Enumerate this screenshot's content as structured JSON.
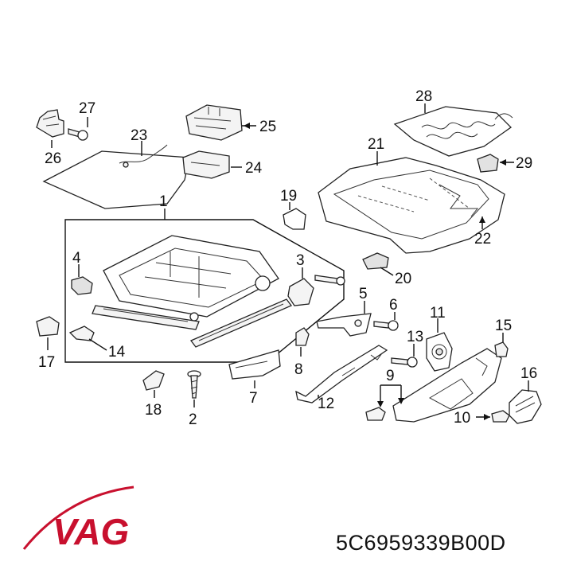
{
  "diagram": {
    "callouts": [
      "1",
      "2",
      "3",
      "4",
      "5",
      "6",
      "7",
      "8",
      "9",
      "10",
      "11",
      "12",
      "13",
      "14",
      "15",
      "16",
      "17",
      "18",
      "19",
      "20",
      "21",
      "22",
      "23",
      "24",
      "25",
      "26",
      "27",
      "28",
      "29"
    ]
  },
  "brand": {
    "logo_text": "VAG",
    "logo_color": "#c8102e"
  },
  "part_number": "5C6959339B00D"
}
